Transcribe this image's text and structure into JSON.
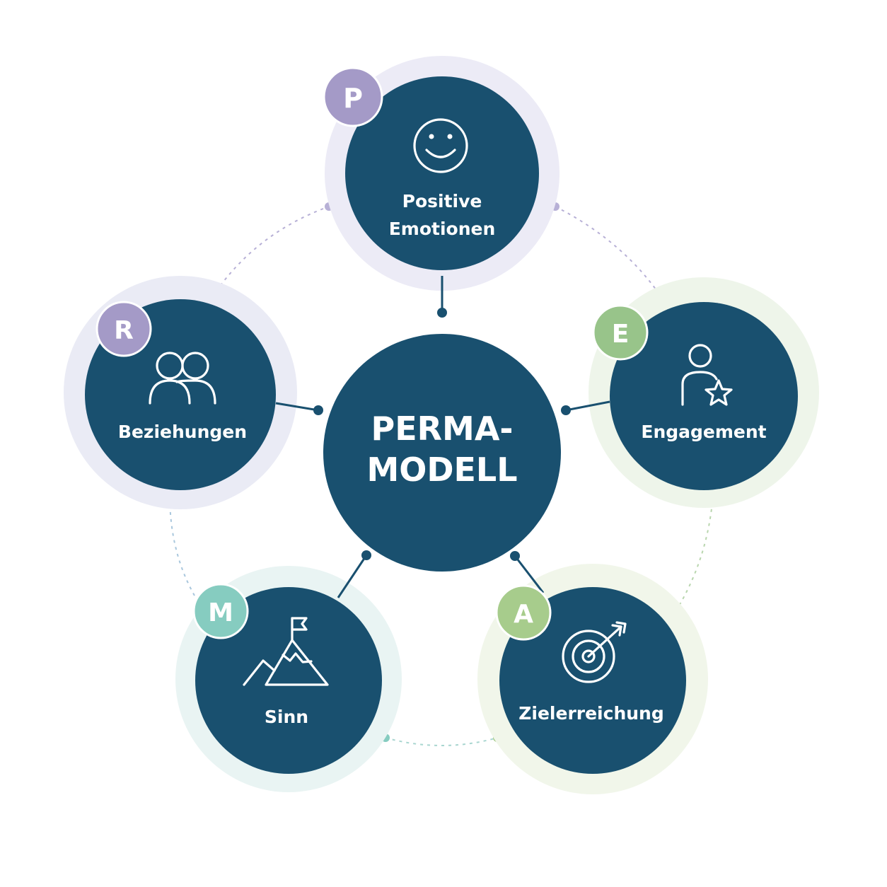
{
  "center": {
    "line1": "PERMA-",
    "line2": "MODELL",
    "color": "#19506f"
  },
  "colors": {
    "node": "#19506f",
    "connector": "#19506f",
    "purple_badge": "#a49ac7",
    "purple_halo": "#ecebf6",
    "green_badge": "#98c48a",
    "green_halo": "#eef5ea",
    "teal_badge": "#86ccc0",
    "teal_halo": "#e9f4f3",
    "lime_badge": "#a7cc8c",
    "lime_halo": "#f1f6ea",
    "dotted_purple": "#b7b0d6",
    "dotted_green": "#b9d6ae",
    "dotted_teal": "#a9d6d0"
  },
  "pillars": [
    {
      "letter": "P",
      "line1": "Positive",
      "line2": "Emotionen",
      "icon": "smiley-icon"
    },
    {
      "letter": "E",
      "line1": "Engagement",
      "line2": "",
      "icon": "person-star-icon"
    },
    {
      "letter": "A",
      "line1": "Zielerreichung",
      "line2": "",
      "icon": "target-arrow-icon"
    },
    {
      "letter": "M",
      "line1": "Sinn",
      "line2": "",
      "icon": "mountain-flag-icon"
    },
    {
      "letter": "R",
      "line1": "Beziehungen",
      "line2": "",
      "icon": "two-people-icon"
    }
  ]
}
